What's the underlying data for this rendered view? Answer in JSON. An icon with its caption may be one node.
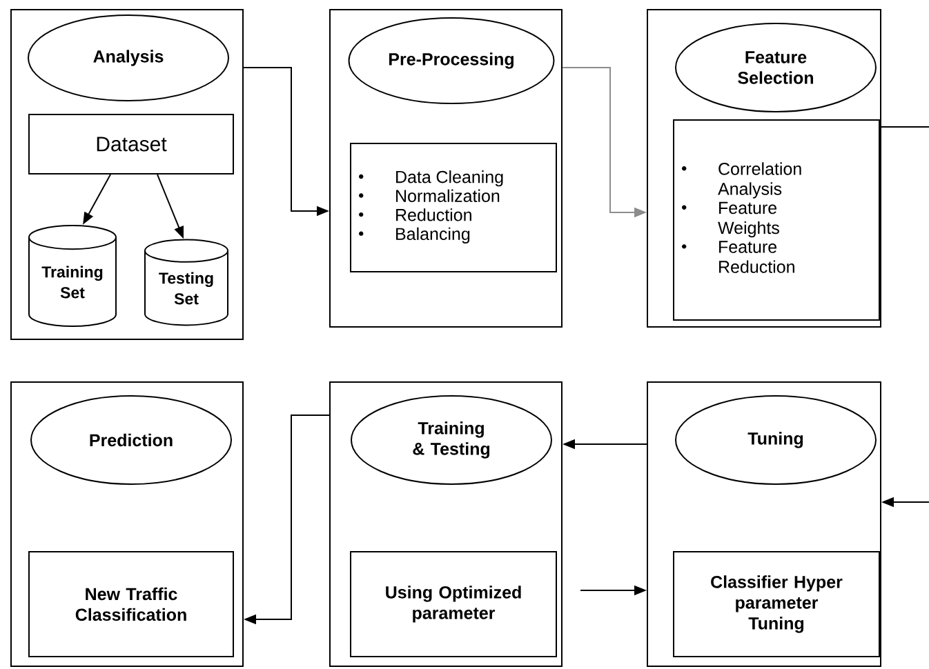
{
  "diagram": {
    "nodes": [
      {
        "text": [],
        "shape": "box"
      },
      {
        "text": [
          "Analysis"
        ],
        "in": 0
      },
      {
        "text": [
          "Dataset"
        ],
        "in": 0
      },
      {
        "text": [
          "Training Set"
        ],
        "in": 0
      },
      {
        "text": [
          "Testing Set"
        ],
        "in": 0
      },
      {
        "text": [],
        "shape": "box"
      },
      {
        "text": [
          "Pre-Processing"
        ],
        "in": 5
      },
      {
        "text": [
          "Data Cleaning",
          "Normalization",
          "Reduction",
          "Balancing"
        ],
        "in": 5
      },
      {
        "text": [],
        "shape": "box"
      },
      {
        "text": [
          "Feature Selection"
        ],
        "in": 8
      },
      {
        "text": [
          "Correlation Analysis",
          "Feature Weights",
          "Feature Reduction"
        ],
        "in": 8
      },
      {
        "text": [],
        "shape": "box"
      },
      {
        "text": [
          "Prediction"
        ],
        "in": 11
      },
      {
        "text": [
          "New Traffic Classification"
        ],
        "in": 11
      },
      {
        "text": [],
        "shape": "box"
      },
      {
        "text": [
          "Training & Testing"
        ],
        "in": 14
      },
      {
        "text": [
          "Using Optimized parameter"
        ],
        "in": 14
      },
      {
        "text": [],
        "shape": "box"
      },
      {
        "text": [
          "Tuning"
        ],
        "in": 17
      },
      {
        "text": [
          "Classifier Hyper parameter Tuning"
        ],
        "in": 17
      }
    ],
    "edges": [
      {
        "from": 2,
        "to": 3,
        "arrow": "to"
      },
      {
        "from": 2,
        "to": 4,
        "arrow": "to"
      },
      {
        "from": 0,
        "to": 5,
        "arrow": "to"
      },
      {
        "from": 5,
        "to": 8,
        "arrow": "to",
        "color": "#8c8c8c"
      },
      {
        "from": 8,
        "to": null,
        "arrow": "none"
      },
      {
        "from": null,
        "to": 17,
        "arrow": "to"
      },
      {
        "from": 17,
        "to": 14,
        "arrow": "to"
      },
      {
        "from": 14,
        "to": 11,
        "arrow": "to"
      },
      {
        "from": 16,
        "to": 17,
        "arrow": "to"
      }
    ]
  }
}
